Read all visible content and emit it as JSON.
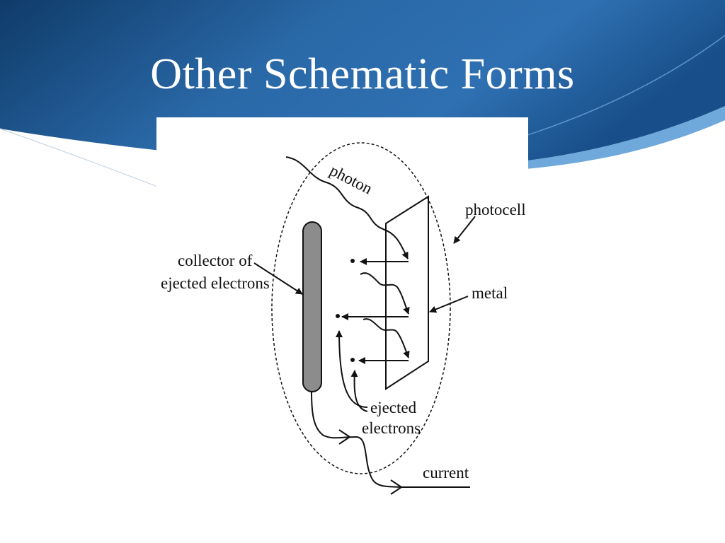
{
  "slide": {
    "title": "Other Schematic Forms",
    "colors": {
      "header_dark": "#11406f",
      "header_mid": "#2d6fb0",
      "header_light": "#4f93cf",
      "accent_band": "#7fb6e3"
    }
  },
  "diagram": {
    "labels": {
      "photon": "photon",
      "photocell": "photocell",
      "collector_line1": "collector of",
      "collector_line2": "ejected electrons",
      "metal": "metal",
      "ejected_line1": "ejected",
      "ejected_line2": "electrons",
      "current": "current"
    },
    "colors": {
      "line": "#111111",
      "collector_fill": "#8c8c8c"
    }
  }
}
